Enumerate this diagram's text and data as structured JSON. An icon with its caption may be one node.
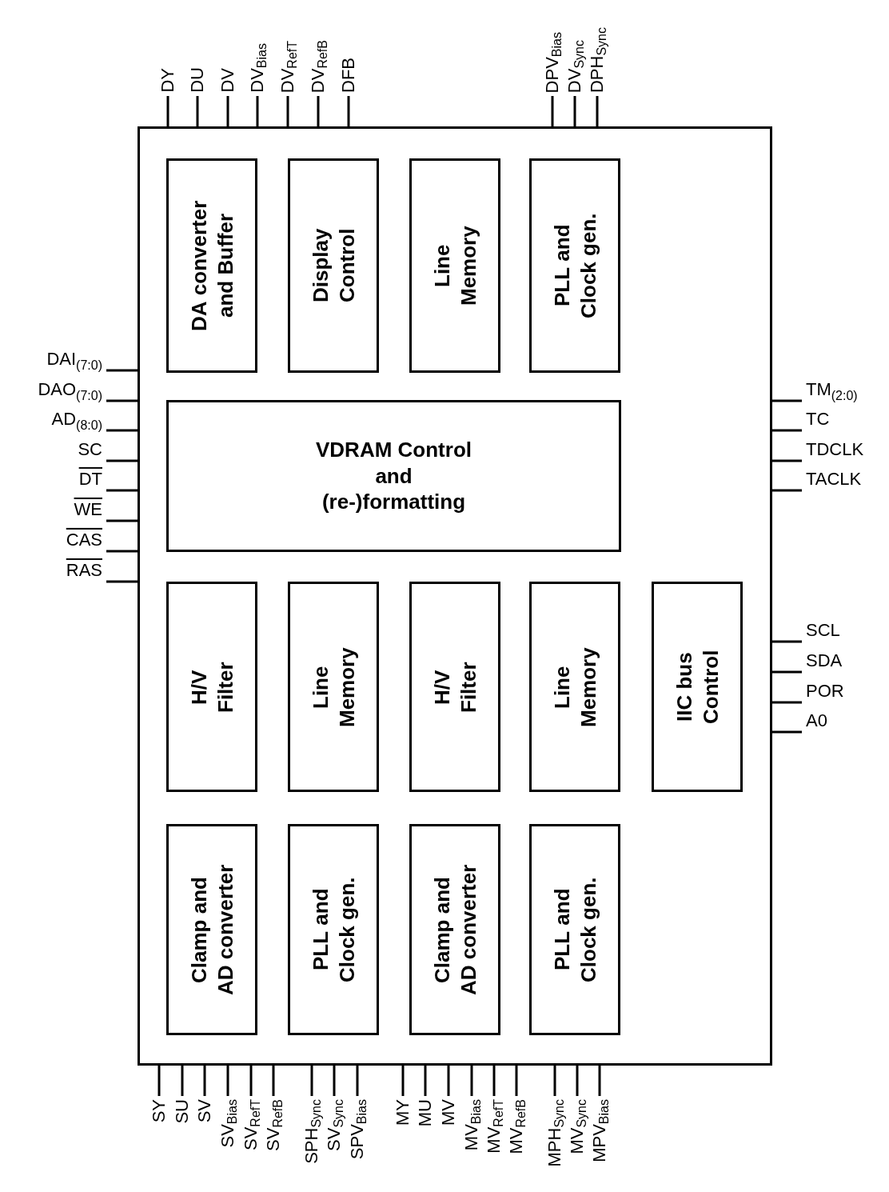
{
  "diagram": {
    "nodes": [
      {
        "text": [],
        "shape": "box"
      },
      {
        "text": [
          "DA converter and Buffer"
        ],
        "in": 0
      },
      {
        "text": [
          "Display Control"
        ],
        "in": 0
      },
      {
        "text": [
          "Line Memory"
        ],
        "in": 0
      },
      {
        "text": [
          "PLL and Clock gen."
        ],
        "in": 0
      },
      {
        "text": [
          "VDRAM Control and (re-)formatting"
        ],
        "in": 0
      },
      {
        "text": [
          "H/V Filter"
        ],
        "in": 0
      },
      {
        "text": [
          "Line Memory"
        ],
        "in": 0
      },
      {
        "text": [
          "H/V Filter"
        ],
        "in": 0
      },
      {
        "text": [
          "Line Memory"
        ],
        "in": 0
      },
      {
        "text": [
          "IIC bus Control"
        ],
        "in": 0
      },
      {
        "text": [
          "Clamp and AD converter"
        ],
        "in": 0
      },
      {
        "text": [
          "PLL and Clock gen."
        ],
        "in": 0
      },
      {
        "text": [
          "Clamp and AD converter"
        ],
        "in": 0
      },
      {
        "text": [
          "PLL and Clock gen."
        ],
        "in": 0
      }
    ],
    "labels": [
      "DY",
      "DU",
      "DV",
      "DV$_{Bias}$",
      "DV$_{RefT}$",
      "DV$_{RefB}$",
      "DFB",
      "DPV$_{Bias}$",
      "DV$_{Sync}$",
      "DPH$_{Sync}$",
      "DAI$_{(7:0)}$",
      "DAO$_{(7:0)}$",
      "AD$_{(8:0)}$",
      "SC",
      "DT",
      "WE",
      "CAS",
      "RAS",
      "TM$_{(2:0)}$",
      "TC",
      "TDCLK",
      "TACLK",
      "SCL",
      "SDA",
      "POR",
      "A0",
      "SY",
      "SU",
      "SV",
      "SV$_{Bias}$",
      "SV$_{RefT}$",
      "SV$_{RefB}$",
      "SPH$_{Sync}$",
      "SV$_{Sync}$",
      "SPV$_{Bias}$",
      "MY",
      "MU",
      "MV",
      "MV$_{Bias}$",
      "MV$_{RefT}$",
      "MV$_{RefB}$",
      "MPH$_{Sync}$",
      "MV$_{Sync}$",
      "MPV$_{Bias}$"
    ]
  }
}
